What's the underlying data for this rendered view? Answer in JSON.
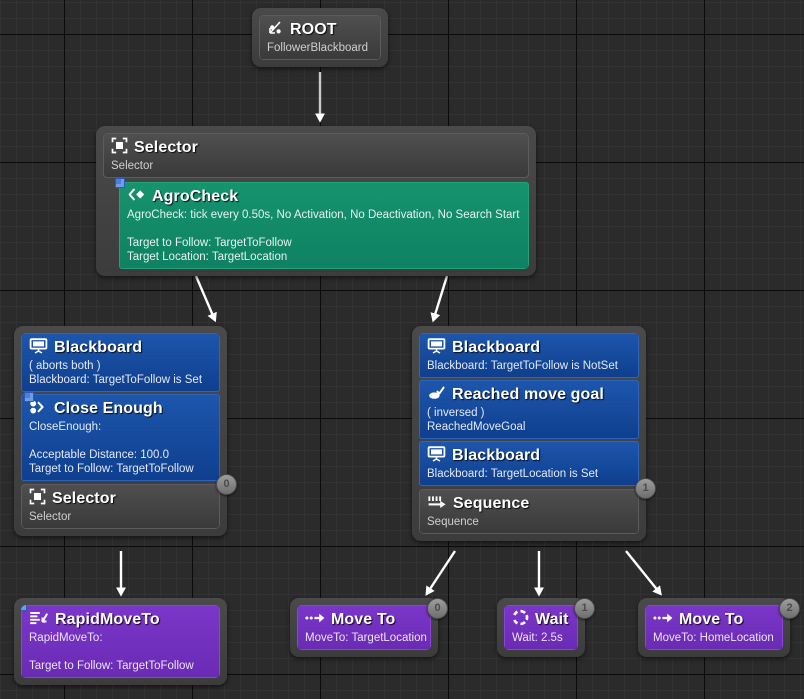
{
  "editor": {
    "name": "behavior-tree-graph",
    "background_color": "#2b2b2b",
    "grid_minor_color": "#333333",
    "grid_major_color": "#0b0b0b"
  },
  "palette": {
    "gray": "#4a4a4a",
    "blue": "#1d56ac",
    "green": "#16936d",
    "purple": "#7b36c9",
    "link": "#ffffff"
  },
  "nodes": {
    "root": {
      "title": "ROOT",
      "subtitle": "FollowerBlackboard",
      "icon": "root-icon"
    },
    "selector_top": {
      "title": "Selector",
      "subtitle": "Selector",
      "icon": "selector-icon",
      "decorator": {
        "title": "AgroCheck",
        "icon": "service-icon",
        "lines": [
          "AgroCheck: tick every 0.50s, No Activation, No Deactivation, No Search Start",
          "",
          "Target to Follow: TargetToFollow",
          "Target Location: TargetLocation"
        ]
      }
    },
    "left_branch": {
      "badge": "0",
      "decorators": [
        {
          "title": "Blackboard",
          "icon": "blackboard-icon",
          "lines": [
            "( aborts both )",
            "Blackboard: TargetToFollow is Set"
          ]
        },
        {
          "title": "Close Enough",
          "icon": "close-enough-icon",
          "pin": true,
          "lines": [
            "CloseEnough:",
            "",
            "Acceptable Distance: 100.0",
            "Target to Follow: TargetToFollow"
          ]
        }
      ],
      "body": {
        "title": "Selector",
        "subtitle": "Selector",
        "icon": "selector-icon"
      }
    },
    "right_branch": {
      "badge": "1",
      "decorators": [
        {
          "title": "Blackboard",
          "icon": "blackboard-icon",
          "lines": [
            "Blackboard: TargetToFollow is NotSet"
          ]
        },
        {
          "title": "Reached move goal",
          "icon": "reached-move-goal-icon",
          "lines": [
            "( inversed )",
            "ReachedMoveGoal"
          ]
        },
        {
          "title": "Blackboard",
          "icon": "blackboard-icon",
          "lines": [
            "Blackboard: TargetLocation is Set"
          ]
        }
      ],
      "body": {
        "title": "Sequence",
        "subtitle": "Sequence",
        "icon": "sequence-icon"
      }
    },
    "rapid_move_to": {
      "title": "RapidMoveTo",
      "icon": "task-icon",
      "pin": true,
      "lines": [
        "RapidMoveTo:",
        "",
        "Target to Follow: TargetToFollow"
      ]
    },
    "move_to_target": {
      "title": "Move To",
      "icon": "move-to-icon",
      "badge": "0",
      "lines": [
        "MoveTo: TargetLocation"
      ]
    },
    "wait": {
      "title": "Wait",
      "icon": "wait-icon",
      "badge": "1",
      "lines": [
        "Wait: 2.5s"
      ]
    },
    "move_to_home": {
      "title": "Move To",
      "icon": "move-to-icon",
      "badge": "2",
      "lines": [
        "MoveTo: HomeLocation"
      ]
    }
  }
}
